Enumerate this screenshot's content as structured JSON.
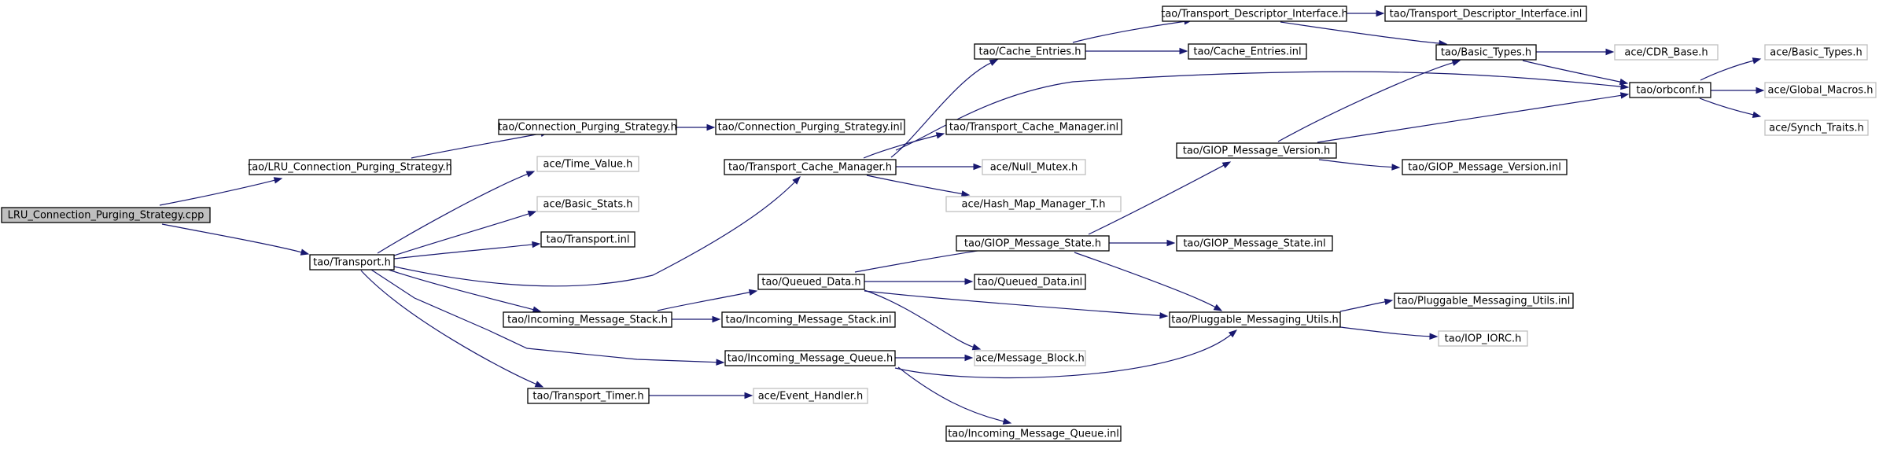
{
  "nodes": [
    {
      "id": "lru_cpp",
      "label": "LRU_Connection_Purging_Strategy.cpp",
      "style": "root"
    },
    {
      "id": "lru_h",
      "label": "tao/LRU_Connection_Purging_Strategy.h",
      "style": "normal"
    },
    {
      "id": "cps_h",
      "label": "tao/Connection_Purging_Strategy.h",
      "style": "normal"
    },
    {
      "id": "cps_inl",
      "label": "tao/Connection_Purging_Strategy.inl",
      "style": "normal"
    },
    {
      "id": "transport_h",
      "label": "tao/Transport.h",
      "style": "normal"
    },
    {
      "id": "time_value",
      "label": "ace/Time_Value.h",
      "style": "external"
    },
    {
      "id": "basic_stats",
      "label": "ace/Basic_Stats.h",
      "style": "external"
    },
    {
      "id": "transport_inl",
      "label": "tao/Transport.inl",
      "style": "normal"
    },
    {
      "id": "tcm_h",
      "label": "tao/Transport_Cache_Manager.h",
      "style": "normal"
    },
    {
      "id": "tcm_inl",
      "label": "tao/Transport_Cache_Manager.inl",
      "style": "normal"
    },
    {
      "id": "null_mutex",
      "label": "ace/Null_Mutex.h",
      "style": "external"
    },
    {
      "id": "hash_map",
      "label": "ace/Hash_Map_Manager_T.h",
      "style": "external"
    },
    {
      "id": "cache_entries_h",
      "label": "tao/Cache_Entries.h",
      "style": "normal"
    },
    {
      "id": "cache_entries_inl",
      "label": "tao/Cache_Entries.inl",
      "style": "normal"
    },
    {
      "id": "tdi_h",
      "label": "tao/Transport_Descriptor_Interface.h",
      "style": "normal"
    },
    {
      "id": "tdi_inl",
      "label": "tao/Transport_Descriptor_Interface.inl",
      "style": "normal"
    },
    {
      "id": "basic_types_tao",
      "label": "tao/Basic_Types.h",
      "style": "normal"
    },
    {
      "id": "cdr_base",
      "label": "ace/CDR_Base.h",
      "style": "external"
    },
    {
      "id": "orbconf",
      "label": "tao/orbconf.h",
      "style": "normal"
    },
    {
      "id": "basic_types_ace",
      "label": "ace/Basic_Types.h",
      "style": "external"
    },
    {
      "id": "global_macros",
      "label": "ace/Global_Macros.h",
      "style": "external"
    },
    {
      "id": "synch_traits",
      "label": "ace/Synch_Traits.h",
      "style": "external"
    },
    {
      "id": "gmv_h",
      "label": "tao/GIOP_Message_Version.h",
      "style": "normal"
    },
    {
      "id": "gmv_inl",
      "label": "tao/GIOP_Message_Version.inl",
      "style": "normal"
    },
    {
      "id": "gms_h",
      "label": "tao/GIOP_Message_State.h",
      "style": "normal"
    },
    {
      "id": "gms_inl",
      "label": "tao/GIOP_Message_State.inl",
      "style": "normal"
    },
    {
      "id": "qd_h",
      "label": "tao/Queued_Data.h",
      "style": "normal"
    },
    {
      "id": "qd_inl",
      "label": "tao/Queued_Data.inl",
      "style": "normal"
    },
    {
      "id": "ims_h",
      "label": "tao/Incoming_Message_Stack.h",
      "style": "normal"
    },
    {
      "id": "ims_inl",
      "label": "tao/Incoming_Message_Stack.inl",
      "style": "normal"
    },
    {
      "id": "pmu_h",
      "label": "tao/Pluggable_Messaging_Utils.h",
      "style": "normal"
    },
    {
      "id": "pmu_inl",
      "label": "tao/Pluggable_Messaging_Utils.inl",
      "style": "normal"
    },
    {
      "id": "iop_iorc",
      "label": "tao/IOP_IORC.h",
      "style": "external"
    },
    {
      "id": "imq_h",
      "label": "tao/Incoming_Message_Queue.h",
      "style": "normal"
    },
    {
      "id": "message_block",
      "label": "ace/Message_Block.h",
      "style": "external"
    },
    {
      "id": "imq_inl",
      "label": "tao/Incoming_Message_Queue.inl",
      "style": "normal"
    },
    {
      "id": "timer_h",
      "label": "tao/Transport_Timer.h",
      "style": "normal"
    },
    {
      "id": "event_handler",
      "label": "ace/Event_Handler.h",
      "style": "external"
    }
  ],
  "edges": [
    {
      "from": "lru_cpp",
      "to": "lru_h"
    },
    {
      "from": "lru_cpp",
      "to": "transport_h"
    },
    {
      "from": "lru_h",
      "to": "cps_h"
    },
    {
      "from": "cps_h",
      "to": "cps_inl"
    },
    {
      "from": "transport_h",
      "to": "time_value"
    },
    {
      "from": "transport_h",
      "to": "basic_stats"
    },
    {
      "from": "transport_h",
      "to": "transport_inl"
    },
    {
      "from": "transport_h",
      "to": "tcm_h"
    },
    {
      "from": "transport_h",
      "to": "ims_h"
    },
    {
      "from": "transport_h",
      "to": "imq_h"
    },
    {
      "from": "transport_h",
      "to": "timer_h"
    },
    {
      "from": "tcm_h",
      "to": "cache_entries_h"
    },
    {
      "from": "tcm_h",
      "to": "orbconf"
    },
    {
      "from": "tcm_h",
      "to": "tcm_inl"
    },
    {
      "from": "tcm_h",
      "to": "null_mutex"
    },
    {
      "from": "tcm_h",
      "to": "hash_map"
    },
    {
      "from": "cache_entries_h",
      "to": "tdi_h"
    },
    {
      "from": "cache_entries_h",
      "to": "cache_entries_inl"
    },
    {
      "from": "tdi_h",
      "to": "tdi_inl"
    },
    {
      "from": "tdi_h",
      "to": "basic_types_tao"
    },
    {
      "from": "basic_types_tao",
      "to": "cdr_base"
    },
    {
      "from": "basic_types_tao",
      "to": "orbconf"
    },
    {
      "from": "orbconf",
      "to": "basic_types_ace"
    },
    {
      "from": "orbconf",
      "to": "global_macros"
    },
    {
      "from": "orbconf",
      "to": "synch_traits"
    },
    {
      "from": "gmv_h",
      "to": "basic_types_tao"
    },
    {
      "from": "gmv_h",
      "to": "orbconf"
    },
    {
      "from": "gmv_h",
      "to": "gmv_inl"
    },
    {
      "from": "gms_h",
      "to": "gmv_h"
    },
    {
      "from": "gms_h",
      "to": "gms_inl"
    },
    {
      "from": "gms_h",
      "to": "pmu_h"
    },
    {
      "from": "qd_h",
      "to": "gms_h"
    },
    {
      "from": "qd_h",
      "to": "qd_inl"
    },
    {
      "from": "qd_h",
      "to": "pmu_h"
    },
    {
      "from": "qd_h",
      "to": "message_block"
    },
    {
      "from": "ims_h",
      "to": "qd_h"
    },
    {
      "from": "ims_h",
      "to": "ims_inl"
    },
    {
      "from": "pmu_h",
      "to": "pmu_inl"
    },
    {
      "from": "pmu_h",
      "to": "iop_iorc"
    },
    {
      "from": "imq_h",
      "to": "message_block"
    },
    {
      "from": "imq_h",
      "to": "pmu_h"
    },
    {
      "from": "imq_h",
      "to": "imq_inl"
    },
    {
      "from": "timer_h",
      "to": "event_handler"
    }
  ],
  "colors": {
    "edge": "#191970",
    "node_border": "#000000",
    "external_border": "#bfbfbf",
    "root_fill": "#bfbfbf",
    "background": "#ffffff"
  }
}
